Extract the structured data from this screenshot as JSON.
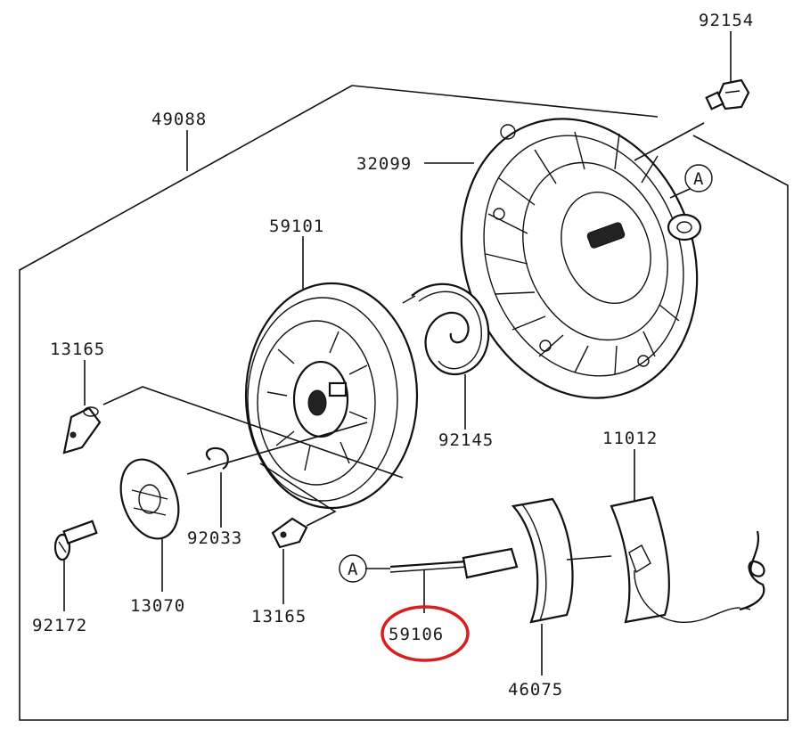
{
  "labels": {
    "p92154": "92154",
    "p49088": "49088",
    "p32099": "32099",
    "p59101": "59101",
    "p13165a": "13165",
    "p92145": "92145",
    "p11012": "11012",
    "p92033": "92033",
    "p92172": "92172",
    "p13070": "13070",
    "p13165b": "13165",
    "p59106": "59106",
    "p46075": "46075",
    "refA1": "A",
    "refA2": "A"
  },
  "colors": {
    "line": "#111111",
    "highlight": "#d81e1e",
    "background": "#ffffff"
  },
  "highlighted_part": "59106"
}
